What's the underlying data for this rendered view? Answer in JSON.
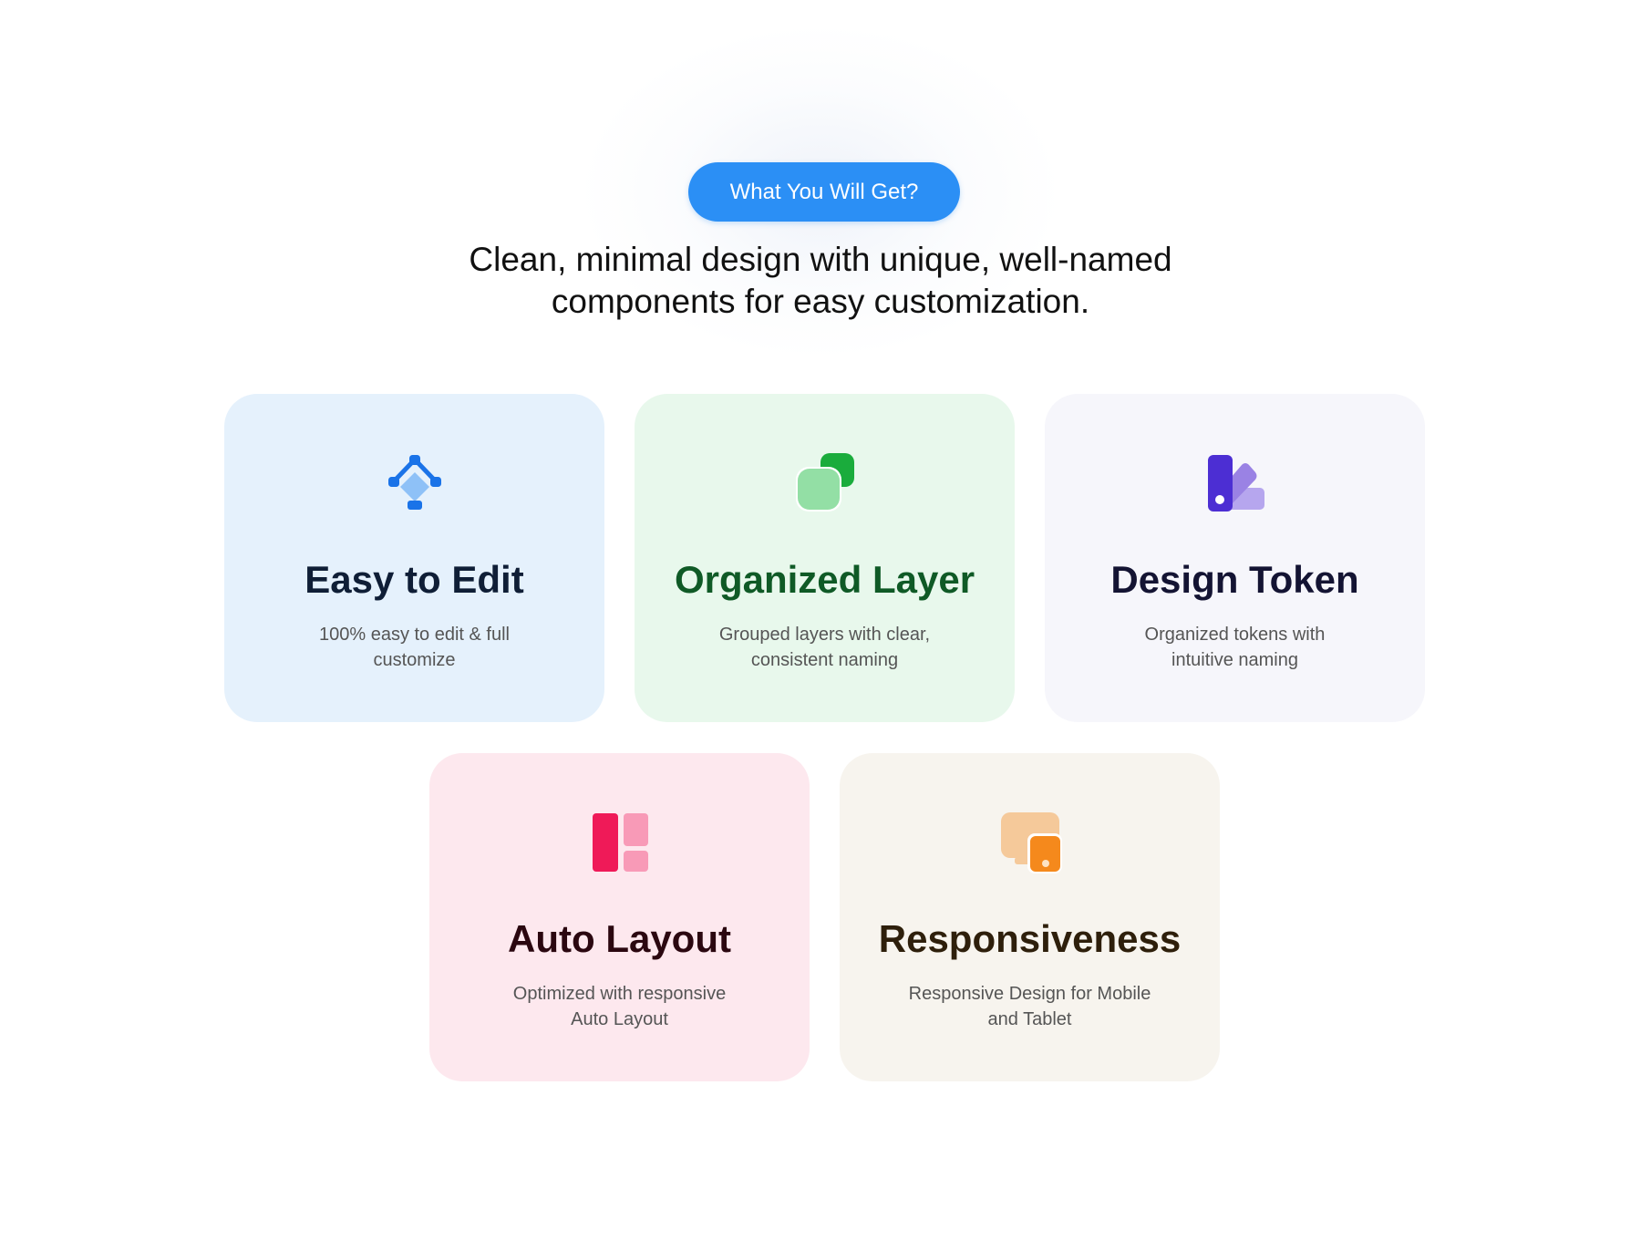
{
  "badge": {
    "label": "What You Will Get?"
  },
  "headline": {
    "line1": "Clean, minimal design with unique, well-named",
    "line2": "components for easy customization."
  },
  "features": [
    {
      "title": "Easy to Edit",
      "desc_line1": "100% easy to edit & full",
      "desc_line2": "customize",
      "icon": "vector-edit-icon",
      "title_color": "#0f1e36"
    },
    {
      "title": "Organized Layer",
      "desc_line1": "Grouped layers with clear,",
      "desc_line2": "consistent naming",
      "icon": "layers-icon",
      "title_color": "#0f5a26"
    },
    {
      "title": "Design Token",
      "desc_line1": "Organized tokens with",
      "desc_line2": "intuitive naming",
      "icon": "color-swatch-icon",
      "title_color": "#141433"
    },
    {
      "title": "Auto Layout",
      "desc_line1": "Optimized with responsive",
      "desc_line2": "Auto Layout",
      "icon": "layout-grid-icon",
      "title_color": "#2b0710"
    },
    {
      "title": "Responsiveness",
      "desc_line1": "Responsive Design for Mobile",
      "desc_line2": "and Tablet",
      "icon": "devices-icon",
      "title_color": "#2e1f0b"
    }
  ],
  "colors": {
    "badge_background": "#2b8ff5",
    "card_blue": "#e5f1fc",
    "card_green": "#e8f8ec",
    "card_lavender": "#f6f6fb",
    "card_pink": "#fde8ee",
    "card_beige": "#f7f4ee"
  }
}
